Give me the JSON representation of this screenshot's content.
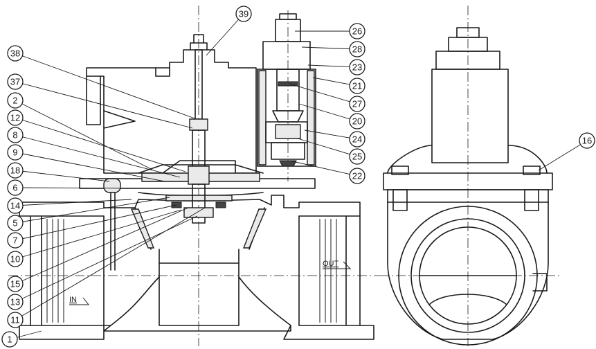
{
  "labels_left": [
    "38",
    "37",
    "2",
    "12",
    "8",
    "9",
    "18",
    "6",
    "14",
    "5",
    "7",
    "10",
    "15",
    "13",
    "11",
    "1"
  ],
  "labels_top": [
    "39"
  ],
  "labels_right": [
    "26",
    "28",
    "23",
    "21",
    "27",
    "20",
    "24",
    "25",
    "22"
  ],
  "labels_side": [
    "16"
  ],
  "flow": {
    "inlet": "IN",
    "outlet": "OUT"
  }
}
